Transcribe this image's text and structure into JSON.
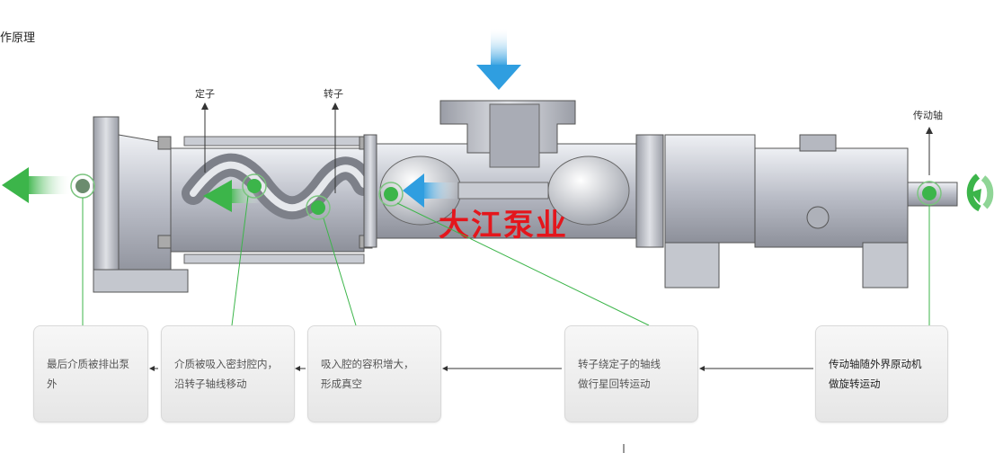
{
  "title": "作原理",
  "labels": {
    "stator": "定子",
    "rotor": "转子",
    "drive_shaft": "传动轴"
  },
  "watermark": "大江泵业",
  "steps": [
    {
      "text": "最后介质被排出泵外"
    },
    {
      "text": "介质被吸入密封腔内，\n沿转子轴线移动"
    },
    {
      "text": "吸入腔的容积增大，\n形成真空"
    },
    {
      "text": "转子绕定子的轴线\n做行星回转运动"
    },
    {
      "text": "传动轴随外界原动机\n做旋转运动"
    }
  ],
  "colors": {
    "accent_green": "#3cb54a",
    "flow_blue": "#3aa7e0",
    "brand_red": "#e4161c"
  },
  "icons": [
    "arrow-down-inlet-icon",
    "arrow-left-outlet-icon",
    "rotate-icon"
  ]
}
